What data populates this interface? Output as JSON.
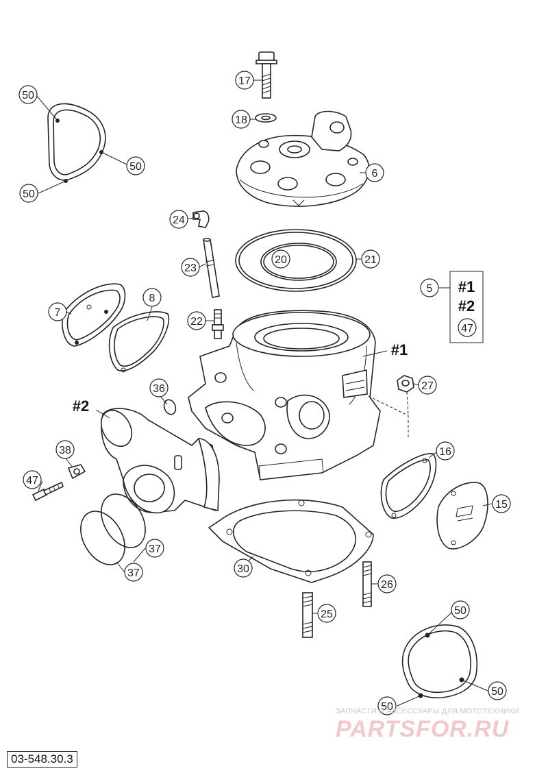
{
  "callouts": [
    {
      "id": "c-50a",
      "label": "50"
    },
    {
      "id": "c-50b",
      "label": "50"
    },
    {
      "id": "c-50c",
      "label": "50"
    },
    {
      "id": "c-17",
      "label": "17"
    },
    {
      "id": "c-18",
      "label": "18"
    },
    {
      "id": "c-6",
      "label": "6"
    },
    {
      "id": "c-24",
      "label": "24"
    },
    {
      "id": "c-23",
      "label": "23"
    },
    {
      "id": "c-20",
      "label": "20"
    },
    {
      "id": "c-21",
      "label": "21"
    },
    {
      "id": "c-5",
      "label": "5"
    },
    {
      "id": "c-47a",
      "label": "47"
    },
    {
      "id": "c-7",
      "label": "7"
    },
    {
      "id": "c-8",
      "label": "8"
    },
    {
      "id": "c-22",
      "label": "22"
    },
    {
      "id": "c-36",
      "label": "36"
    },
    {
      "id": "c-27",
      "label": "27"
    },
    {
      "id": "c-38",
      "label": "38"
    },
    {
      "id": "c-47b",
      "label": "47"
    },
    {
      "id": "c-16",
      "label": "16"
    },
    {
      "id": "c-15",
      "label": "15"
    },
    {
      "id": "c-37a",
      "label": "37"
    },
    {
      "id": "c-37b",
      "label": "37"
    },
    {
      "id": "c-30",
      "label": "30"
    },
    {
      "id": "c-26",
      "label": "26"
    },
    {
      "id": "c-25",
      "label": "25"
    },
    {
      "id": "c-50d",
      "label": "50"
    },
    {
      "id": "c-50e",
      "label": "50"
    },
    {
      "id": "c-50f",
      "label": "50"
    }
  ],
  "bold_labels": {
    "set1_in_box": "#1",
    "set2_in_box": "#2",
    "cylinder_set": "#1",
    "intake_set": "#2"
  },
  "watermark": {
    "top_text": "ЗАПЧАСТИ И АКСЕССУАРЫ ДЛЯ МОТОТЕХНИКИ",
    "logo_text": "PARTSFOR.RU"
  },
  "diagram_code": "03-548.30.3"
}
